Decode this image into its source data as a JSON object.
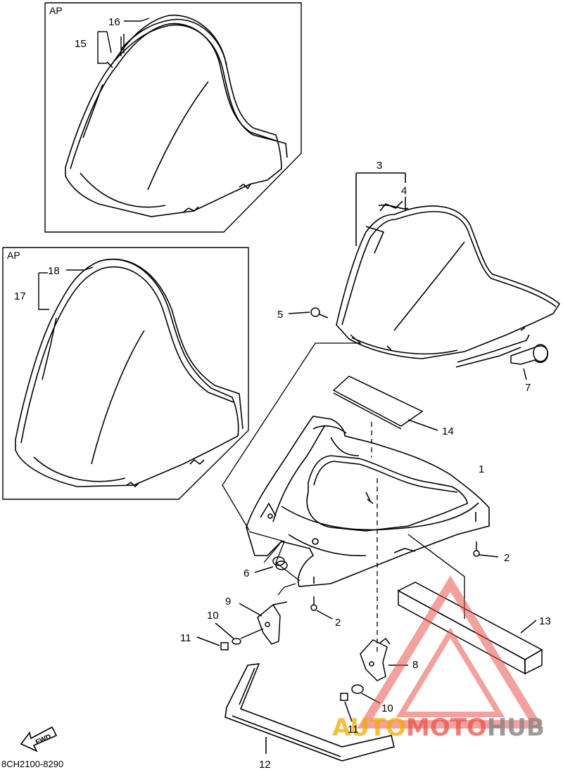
{
  "diagram": {
    "frame_labels": [
      "AP",
      "AP"
    ],
    "callouts": {
      "c1": "1",
      "c2a": "2",
      "c2b": "2",
      "c3": "3",
      "c4": "4",
      "c5": "5",
      "c6": "6",
      "c7": "7",
      "c8": "8",
      "c9": "9",
      "c10a": "10",
      "c10b": "10",
      "c11a": "11",
      "c11b": "11",
      "c12": "12",
      "c13": "13",
      "c14": "14",
      "c15": "15",
      "c16": "16",
      "c17": "17",
      "c18": "18"
    },
    "fwd_label": "FWD",
    "diagram_code": "8CH2100-8290"
  },
  "watermark": {
    "part1": "AUTO",
    "part2": "MOTO",
    "part3": "HUB",
    "colors": {
      "auto": "#f2a900",
      "moto": "#e8534a",
      "hub": "#8a8a8a",
      "triangle": "#e8534a"
    }
  }
}
